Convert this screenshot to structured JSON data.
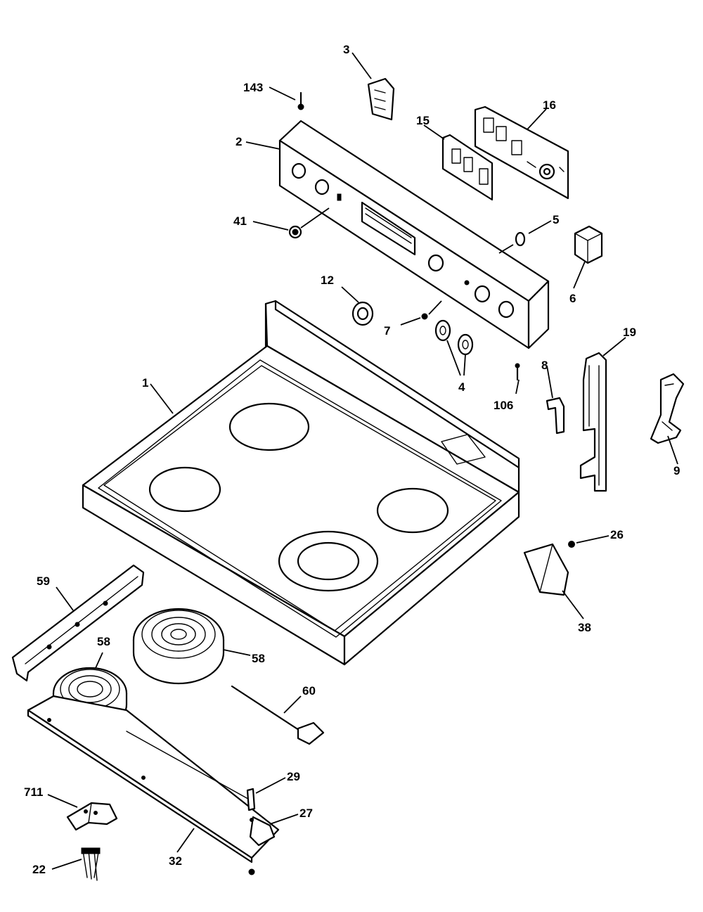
{
  "diagram": {
    "callouts": [
      {
        "id": "143",
        "text": "143"
      },
      {
        "id": "3",
        "text": "3"
      },
      {
        "id": "16",
        "text": "16"
      },
      {
        "id": "15",
        "text": "15"
      },
      {
        "id": "2",
        "text": "2"
      },
      {
        "id": "41",
        "text": "41"
      },
      {
        "id": "5",
        "text": "5"
      },
      {
        "id": "6",
        "text": "6"
      },
      {
        "id": "12",
        "text": "12"
      },
      {
        "id": "7",
        "text": "7"
      },
      {
        "id": "4",
        "text": "4"
      },
      {
        "id": "106",
        "text": "106"
      },
      {
        "id": "8",
        "text": "8"
      },
      {
        "id": "19",
        "text": "19"
      },
      {
        "id": "9",
        "text": "9"
      },
      {
        "id": "1",
        "text": "1"
      },
      {
        "id": "26",
        "text": "26"
      },
      {
        "id": "38",
        "text": "38"
      },
      {
        "id": "59",
        "text": "59"
      },
      {
        "id": "58a",
        "text": "58"
      },
      {
        "id": "58b",
        "text": "58"
      },
      {
        "id": "60",
        "text": "60"
      },
      {
        "id": "29",
        "text": "29"
      },
      {
        "id": "27",
        "text": "27"
      },
      {
        "id": "711",
        "text": "711"
      },
      {
        "id": "22",
        "text": "22"
      },
      {
        "id": "32",
        "text": "32"
      }
    ]
  }
}
